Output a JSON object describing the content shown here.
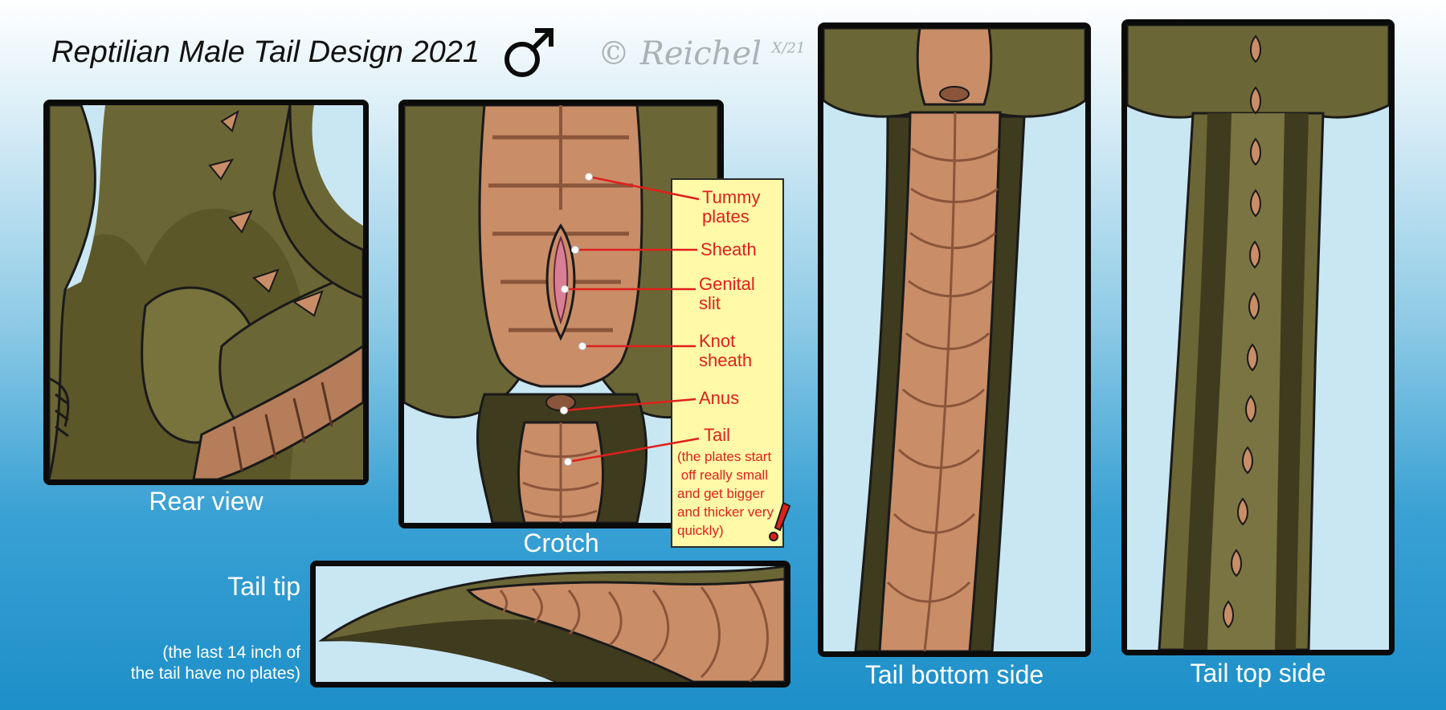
{
  "header": {
    "title": "Reptilian Male Tail Design 2021",
    "signature": "© Reichel",
    "signature_date": "X/21"
  },
  "panels": {
    "rear_view": {
      "caption": "Rear view"
    },
    "crotch": {
      "caption": "Crotch"
    },
    "tail_tip": {
      "caption": "Tail tip",
      "note_line1": "(the last 14 inch of",
      "note_line2": "the tail have no plates)"
    },
    "tail_bottom": {
      "caption": "Tail bottom side"
    },
    "tail_top": {
      "caption": "Tail top side"
    }
  },
  "labels": {
    "tummy_line1": "Tummy",
    "tummy_line2": "plates",
    "sheath": "Sheath",
    "genital_line1": "Genital",
    "genital_line2": "slit",
    "knot_line1": "Knot",
    "knot_line2": "sheath",
    "anus": "Anus",
    "tail": "Tail",
    "tail_note_line1": "(the plates start",
    "tail_note_line2": " off really small",
    "tail_note_line3": "and get bigger",
    "tail_note_line4": "and thicker very",
    "tail_note_line5": "quickly)"
  },
  "colors": {
    "skin": "#6b6635",
    "skin_shadow": "#3f3b1e",
    "plates": "#c98d68",
    "plates_shadow": "#8a553a",
    "outline": "#0b0b0b",
    "label_red": "#e0201c",
    "label_box": "#fff9a8",
    "slit_pink": "#d87f95"
  }
}
